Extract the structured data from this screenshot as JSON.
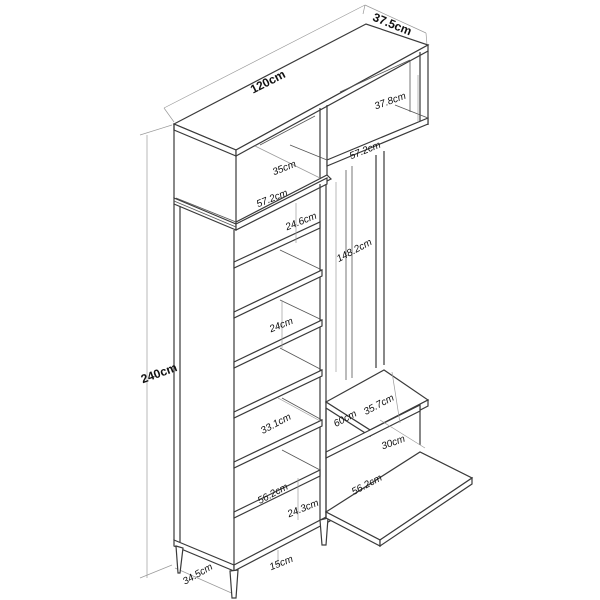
{
  "diagram": {
    "type": "furniture-dimension-drawing",
    "subject": "hallway wardrobe with shoe cabinet and open drop-front bench",
    "line_color": "#3a3a3a",
    "dimension_line_color": "#9a9a9a",
    "background": "#ffffff"
  },
  "dimensions": {
    "overall_width": "120cm",
    "overall_depth": "37.5cm",
    "overall_height": "240cm",
    "top_cabinet_inner_height": "37.8cm",
    "top_cabinet_right_width": "57.2cm",
    "top_cabinet_left_depth": "35cm",
    "top_cabinet_left_width": "57.2cm",
    "upper_shelf_height": "24.6cm",
    "coat_area_height": "148.2cm",
    "middle_shelf_height": "24cm",
    "shoe_shelf_depth": "33.1cm",
    "bench_width": "60cm",
    "bench_depth": "35.7cm",
    "bench_cabinet_height": "30cm",
    "bench_cabinet_width": "56.2cm",
    "lower_shelf_width": "56.2cm",
    "bottom_compartment_height": "24.3cm",
    "leg_height": "15cm",
    "base_depth": "34.5cm"
  }
}
